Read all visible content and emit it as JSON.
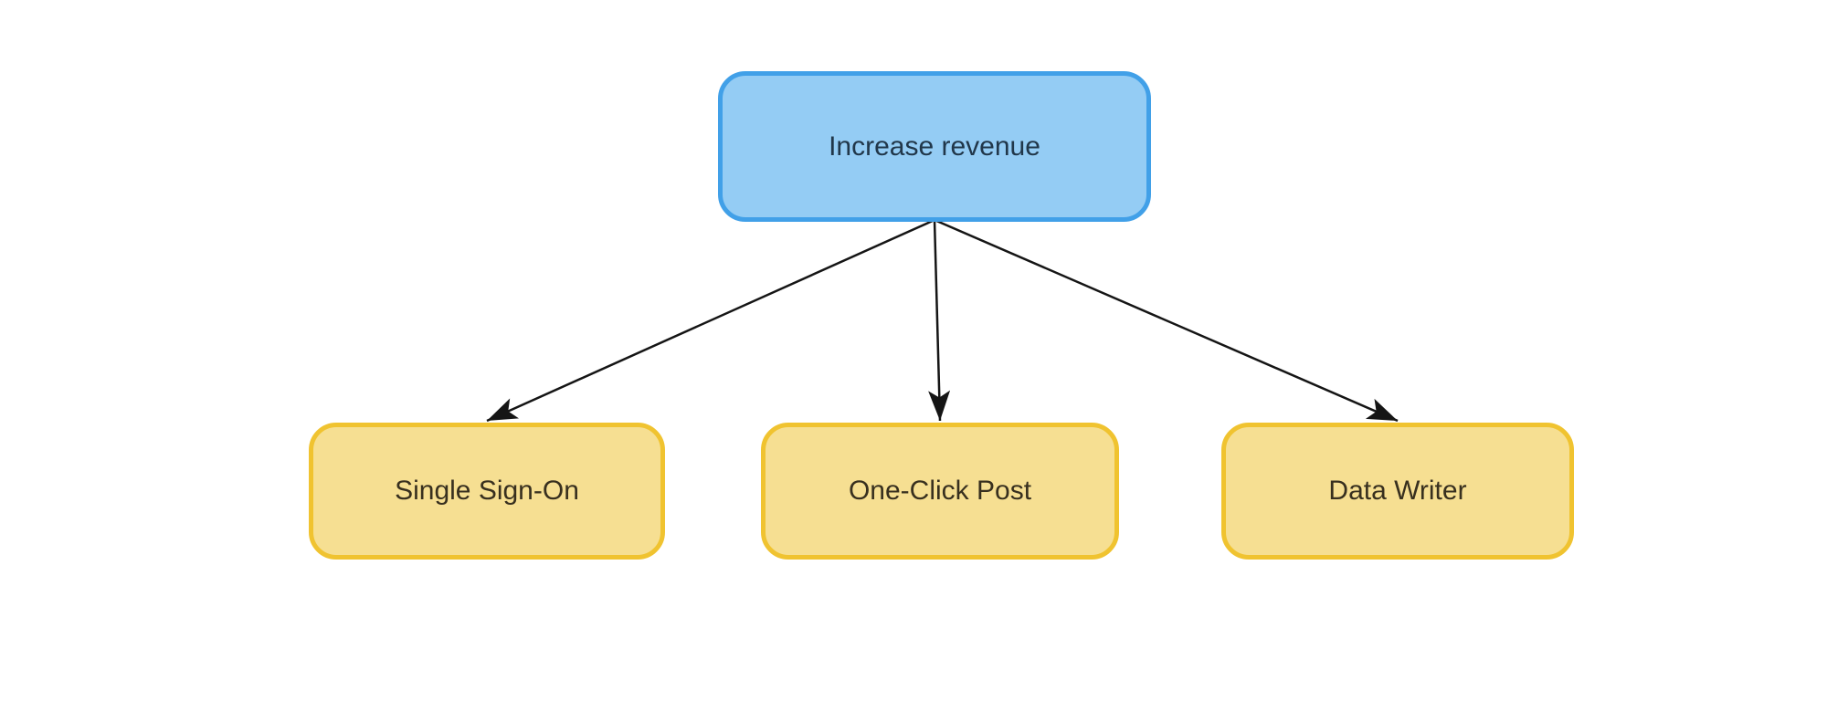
{
  "colors": {
    "background": "#ffffff",
    "root_fill": "#94ccf4",
    "root_stroke": "#41a0e8",
    "root_text": "#21374a",
    "child_fill": "#f6df92",
    "child_stroke": "#f0c330",
    "child_text": "#38301f",
    "arrow": "#151515"
  },
  "diagram": {
    "nodes": [
      {
        "id": "root",
        "label": "Increase revenue",
        "type": "root"
      },
      {
        "id": "sso",
        "label": "Single Sign-On",
        "type": "child"
      },
      {
        "id": "ocp",
        "label": "One-Click Post",
        "type": "child"
      },
      {
        "id": "dw",
        "label": "Data Writer",
        "type": "child"
      }
    ],
    "edges": [
      {
        "from": "root",
        "to": "sso"
      },
      {
        "from": "root",
        "to": "ocp"
      },
      {
        "from": "root",
        "to": "dw"
      }
    ]
  }
}
